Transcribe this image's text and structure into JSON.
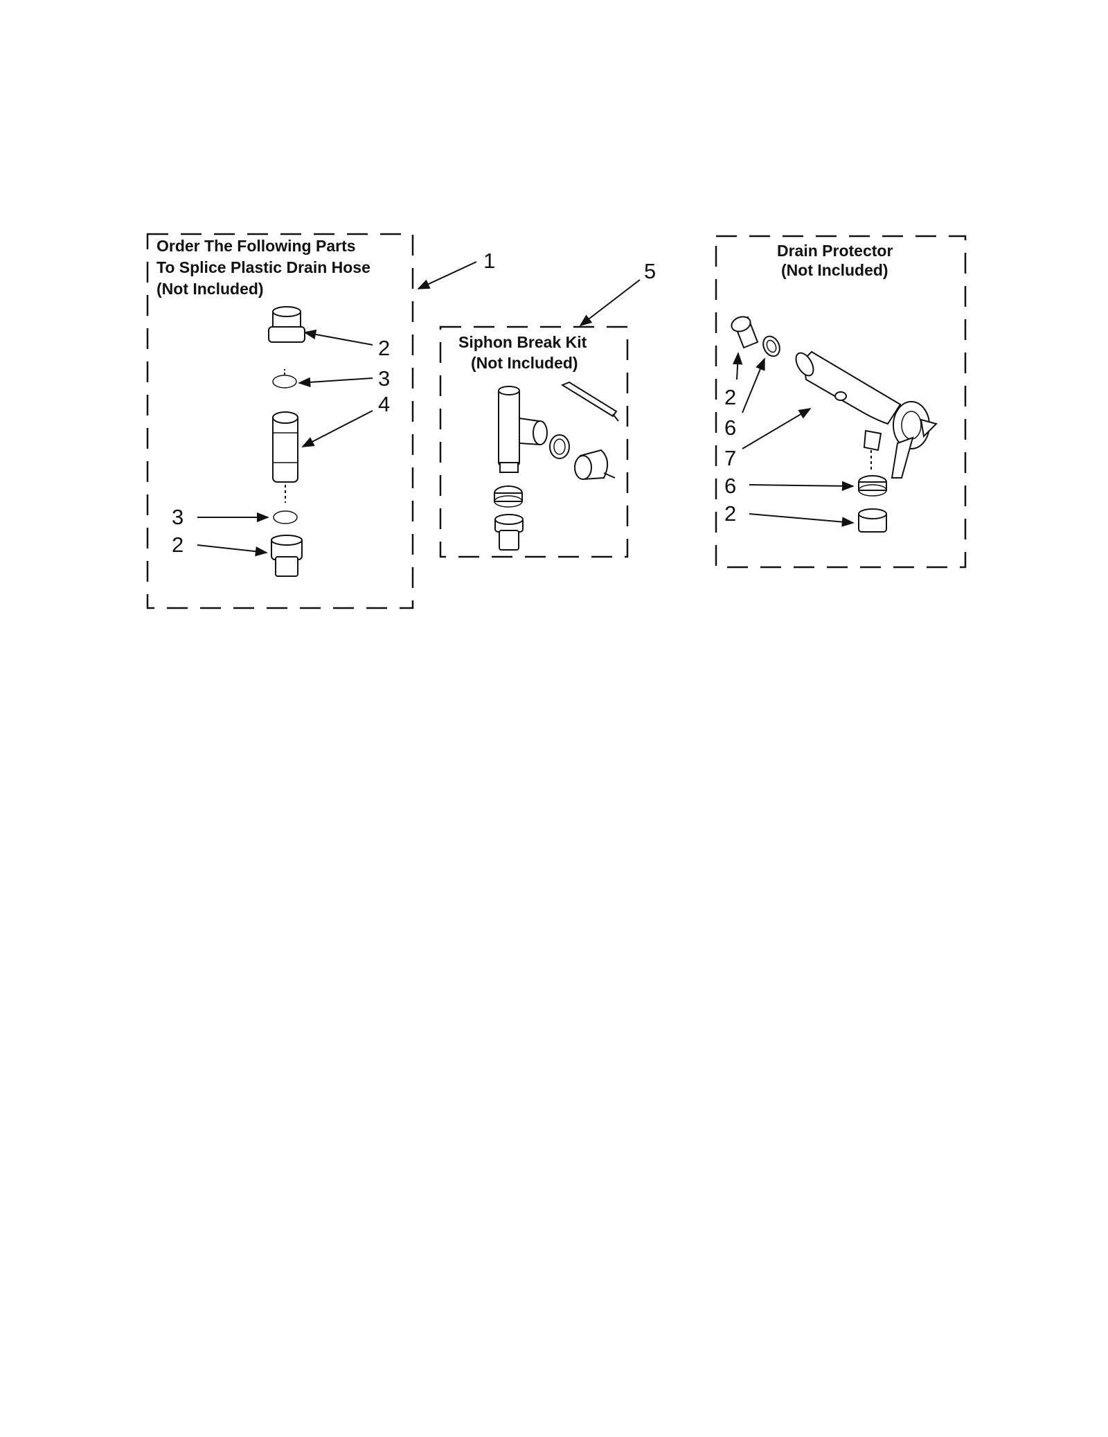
{
  "panels": {
    "splice": {
      "line1": "Order The Following Parts",
      "line2": "To Splice Plastic Drain Hose",
      "line3": "(Not Included)"
    },
    "siphon": {
      "line1": "Siphon Break Kit",
      "line2": "(Not Included)"
    },
    "drain": {
      "line1": "Drain Protector",
      "line2": "(Not Included)"
    }
  },
  "callouts": {
    "c1": "1",
    "c5": "5",
    "splice_top_2": "2",
    "splice_top_3": "3",
    "splice_4": "4",
    "splice_bottom_3": "3",
    "splice_bottom_2": "2",
    "drain_left_2": "2",
    "drain_left_6": "6",
    "drain_7": "7",
    "drain_right_6": "6",
    "drain_right_2": "2"
  }
}
